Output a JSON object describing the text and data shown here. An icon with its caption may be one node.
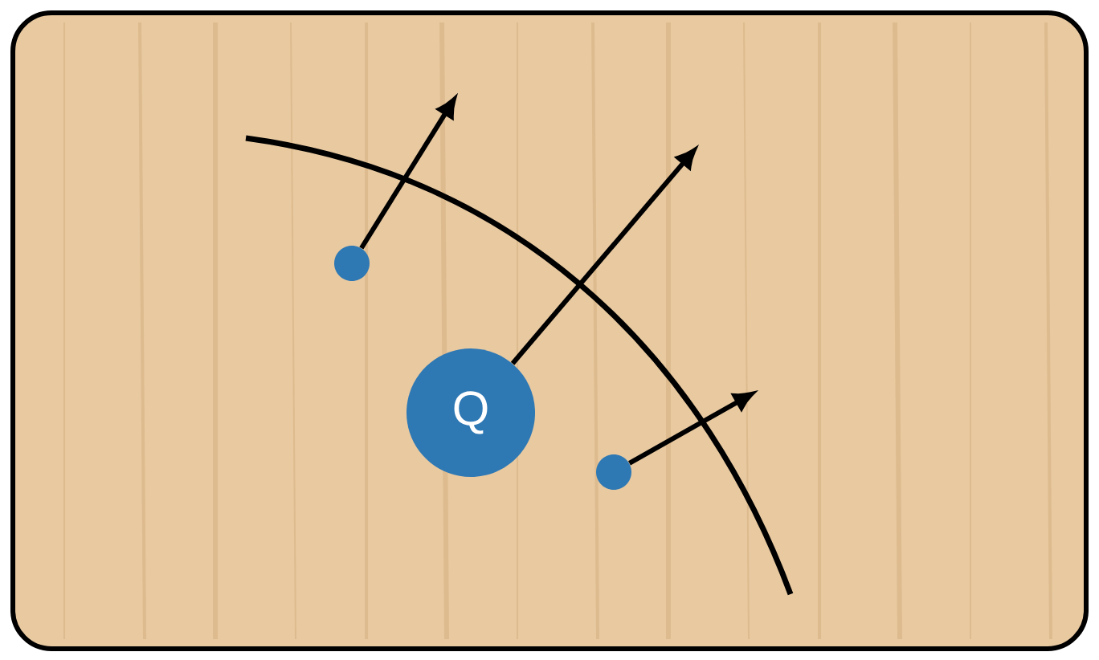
{
  "diagram": {
    "nodes": [
      {
        "text": [],
        "shape": "circle"
      },
      {
        "text": [
          "Q"
        ]
      },
      {
        "text": [],
        "shape": "circle"
      }
    ],
    "edges": [
      {
        "from": 0,
        "to": null,
        "arrow": "to"
      },
      {
        "from": 1,
        "to": null,
        "arrow": "to"
      },
      {
        "from": 2,
        "to": null,
        "arrow": "to"
      }
    ]
  }
}
